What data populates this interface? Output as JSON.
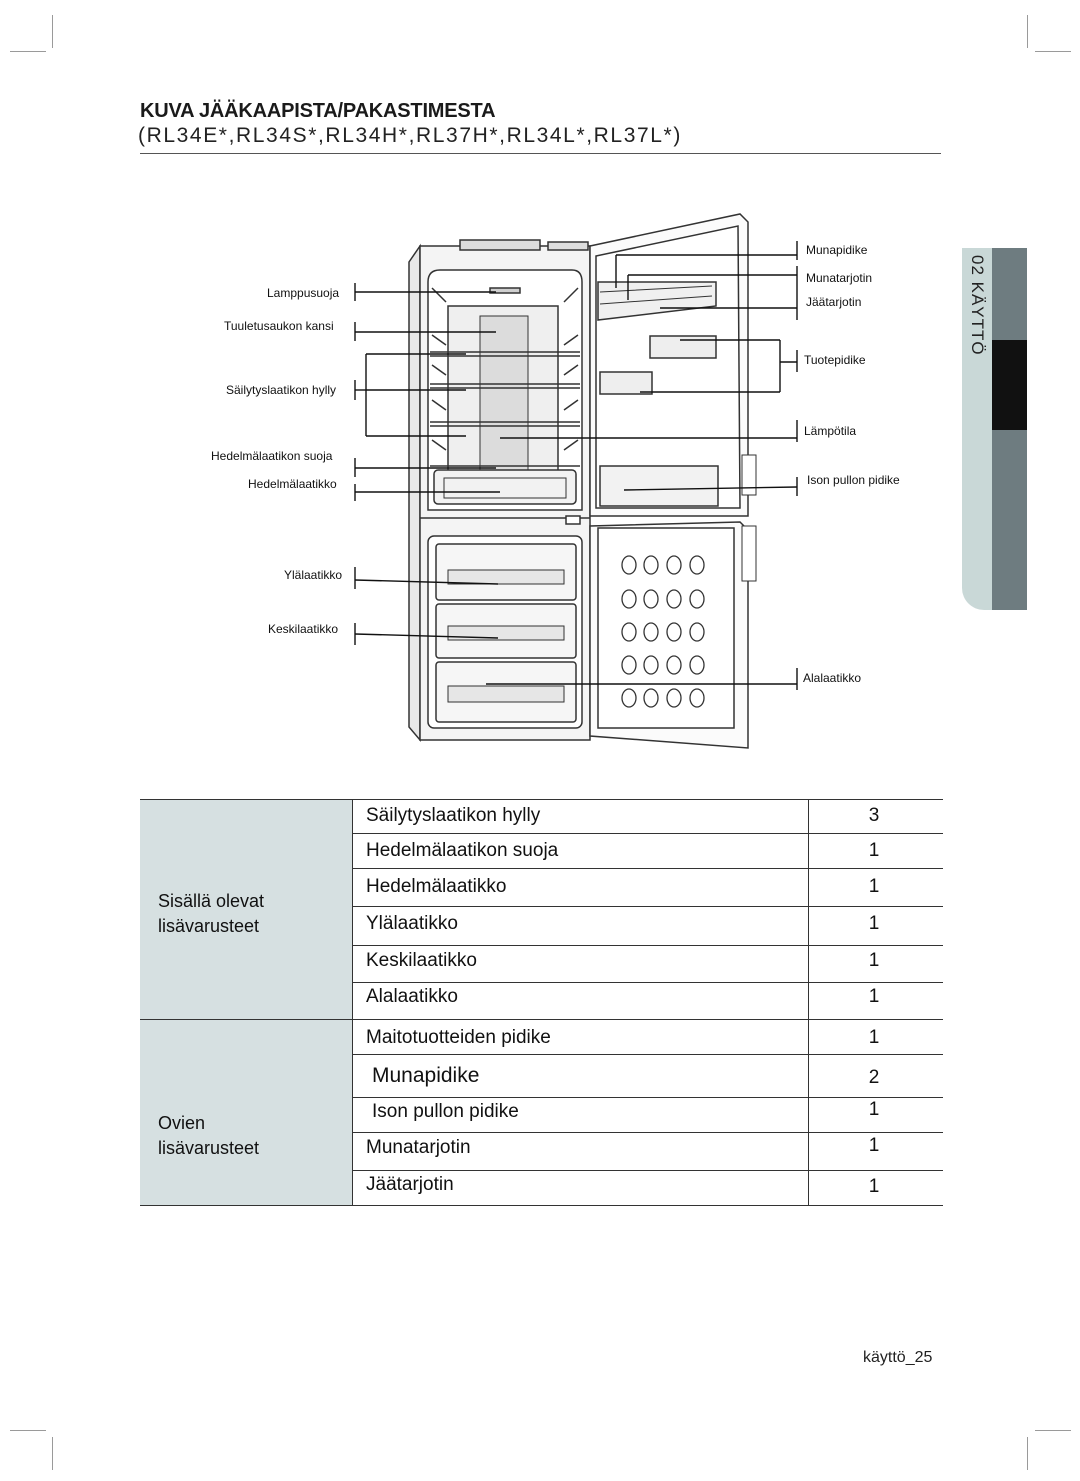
{
  "header": {
    "title": "KUVA JÄÄKAAPISTA/PAKASTIMESTA",
    "subtitle": "(RL34E*,RL34S*,RL34H*,RL37H*,RL34L*,RL37L*)"
  },
  "side_tab": {
    "label": "02 KÄYTTÖ"
  },
  "diagram": {
    "left_labels": {
      "lamp_cover": "Lamppusuoja",
      "vent_cover": "Tuuletusaukon kansi",
      "storage_shelf": "Säilytyslaatikon hylly",
      "crisper_cover": "Hedelmälaatikon suoja",
      "crisper": "Hedelmälaatikko",
      "upper_drawer": "Ylälaatikko",
      "middle_drawer": "Keskilaatikko"
    },
    "right_labels": {
      "egg_holder": "Munapidike",
      "egg_tray": "Munatarjotin",
      "ice_tray": "Jäätarjotin",
      "product_holder": "Tuotepidike",
      "temperature": "Lämpötila",
      "big_bottle_holder": "Ison pullon pidike",
      "lower_drawer": "Alalaatikko"
    }
  },
  "table": {
    "groups": [
      {
        "label_line1": "Sisällä olevat",
        "label_line2": "lisävarusteet",
        "rows": [
          {
            "item": "Säilytyslaatikon hylly",
            "qty": "3"
          },
          {
            "item": "Hedelmälaatikon suoja",
            "qty": "1"
          },
          {
            "item": "Hedelmälaatikko",
            "qty": "1"
          },
          {
            "item": "Ylälaatikko",
            "qty": "1"
          },
          {
            "item": "Keskilaatikko",
            "qty": "1"
          },
          {
            "item": "Alalaatikko",
            "qty": "1"
          }
        ]
      },
      {
        "label_line1": "Ovien",
        "label_line2": "lisävarusteet",
        "rows": [
          {
            "item": "Maitotuotteiden pidike",
            "qty": "1"
          },
          {
            "item": "Munapidike",
            "qty": "2"
          },
          {
            "item": "Ison pullon pidike",
            "qty": "1"
          },
          {
            "item": "Munatarjotin",
            "qty": "1"
          },
          {
            "item": "Jäätarjotin",
            "qty": "1"
          }
        ]
      }
    ]
  },
  "footer": {
    "page_label": "käyttö_25"
  }
}
